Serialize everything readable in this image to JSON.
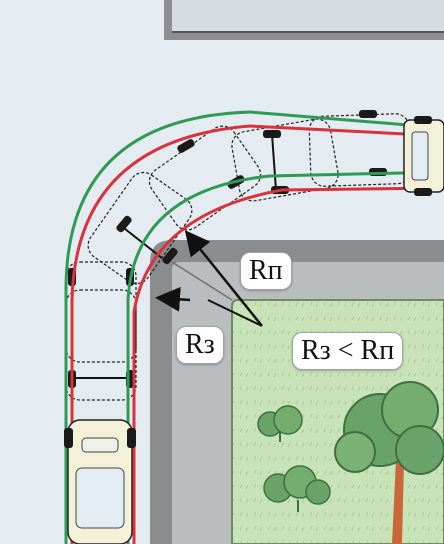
{
  "labels": {
    "rp": "Rп",
    "rz": "Rз",
    "formula": "Rз < Rп"
  },
  "colors": {
    "background": "#dfe8ee",
    "road": "#e8eef2",
    "curb": "#8a8d90",
    "lawn": "#c9e3b8",
    "front_track": "#d8323c",
    "rear_track": "#2e9b55",
    "arrow": "#111111",
    "car_outline": "#222222",
    "wheel": "#1a1a1a",
    "tree": "#6aa36a",
    "trunk": "#c9663a"
  },
  "icons": [
    "car-icon",
    "tree-icon",
    "bush-icon",
    "arrow-icon"
  ]
}
